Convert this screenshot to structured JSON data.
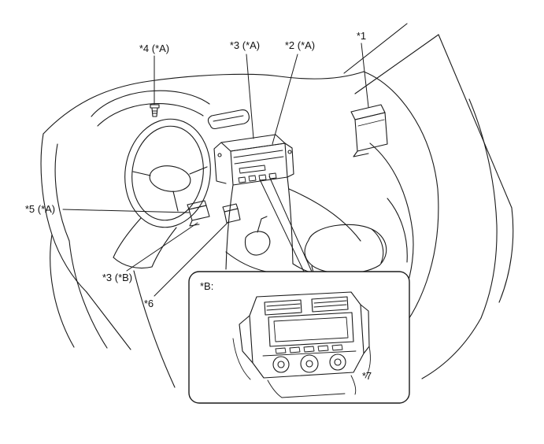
{
  "figure": {
    "background": "#ffffff",
    "line_color": "#1a1a1a",
    "description": "vehicle-dashboard-component-location-diagram",
    "callouts": [
      {
        "text": "*1"
      },
      {
        "text": "*2 (*A)"
      },
      {
        "text": "*3 (*A)"
      },
      {
        "text": "*4 (*A)"
      },
      {
        "text": "*5 (*A)"
      },
      {
        "text": "*3 (*B)"
      },
      {
        "text": "*6"
      },
      {
        "text": "*7"
      }
    ],
    "inset": {
      "label": "*B:"
    }
  }
}
